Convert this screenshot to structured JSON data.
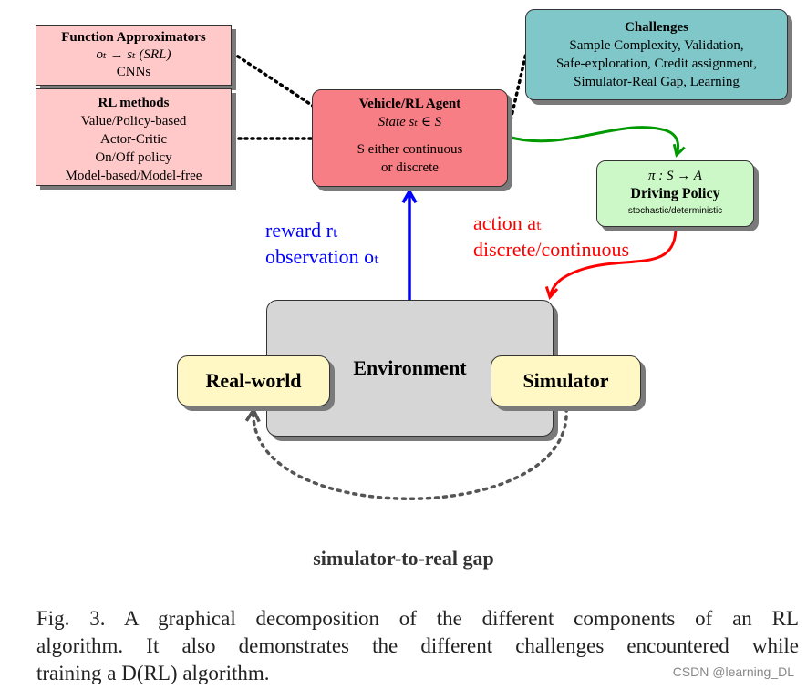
{
  "function_approximators": {
    "title": "Function Approximators",
    "line1": "oₜ → sₜ  (SRL)",
    "line2": "CNNs"
  },
  "rl_methods": {
    "title": "RL methods",
    "items": [
      "Value/Policy-based",
      "Actor-Critic",
      "On/Off  policy",
      "Model-based/Model-free"
    ]
  },
  "agent": {
    "title": "Vehicle/RL  Agent",
    "state": "State  sₜ ∈ S",
    "line3": "S  either  continuous",
    "line4": "or  discrete"
  },
  "challenges": {
    "title": "Challenges",
    "lines": [
      "Sample  Complexity,  Validation,",
      "Safe-exploration,  Credit  assignment,",
      "Simulator-Real  Gap,  Learning"
    ]
  },
  "driving_policy": {
    "formula": "π : S → A",
    "title": "Driving Policy",
    "subtitle": "stochastic/deterministic"
  },
  "reward_label": {
    "line1": "reward  rₜ",
    "line2": "observation  oₜ"
  },
  "action_label": {
    "line1": "action  aₜ",
    "line2": "discrete/continuous"
  },
  "environment": {
    "label": "Environment"
  },
  "real_world": {
    "label": "Real-world"
  },
  "simulator": {
    "label": "Simulator"
  },
  "gap_caption": "simulator-to-real gap",
  "figure_caption": {
    "lines": [
      "Fig.  3.     A  graphical  decomposition  of  the  different  components  of  an  RL",
      "algorithm.  It  also  demonstrates  the  different  challenges  encountered  while",
      "training  a  D(RL)  algorithm."
    ]
  },
  "watermark": "CSDN @learning_DL",
  "colors": {
    "reward_arrow": "#0000ff",
    "action_arrow": "#ff0000",
    "policy_arrow": "#009900",
    "agent_fill": "#f77e84",
    "pink_fill": "#ffc9c9",
    "challenges_fill": "#80c7c9",
    "policy_fill": "#ccf7c6",
    "environment_fill": "#d6d6d6",
    "world_fill": "#fff7c4"
  }
}
